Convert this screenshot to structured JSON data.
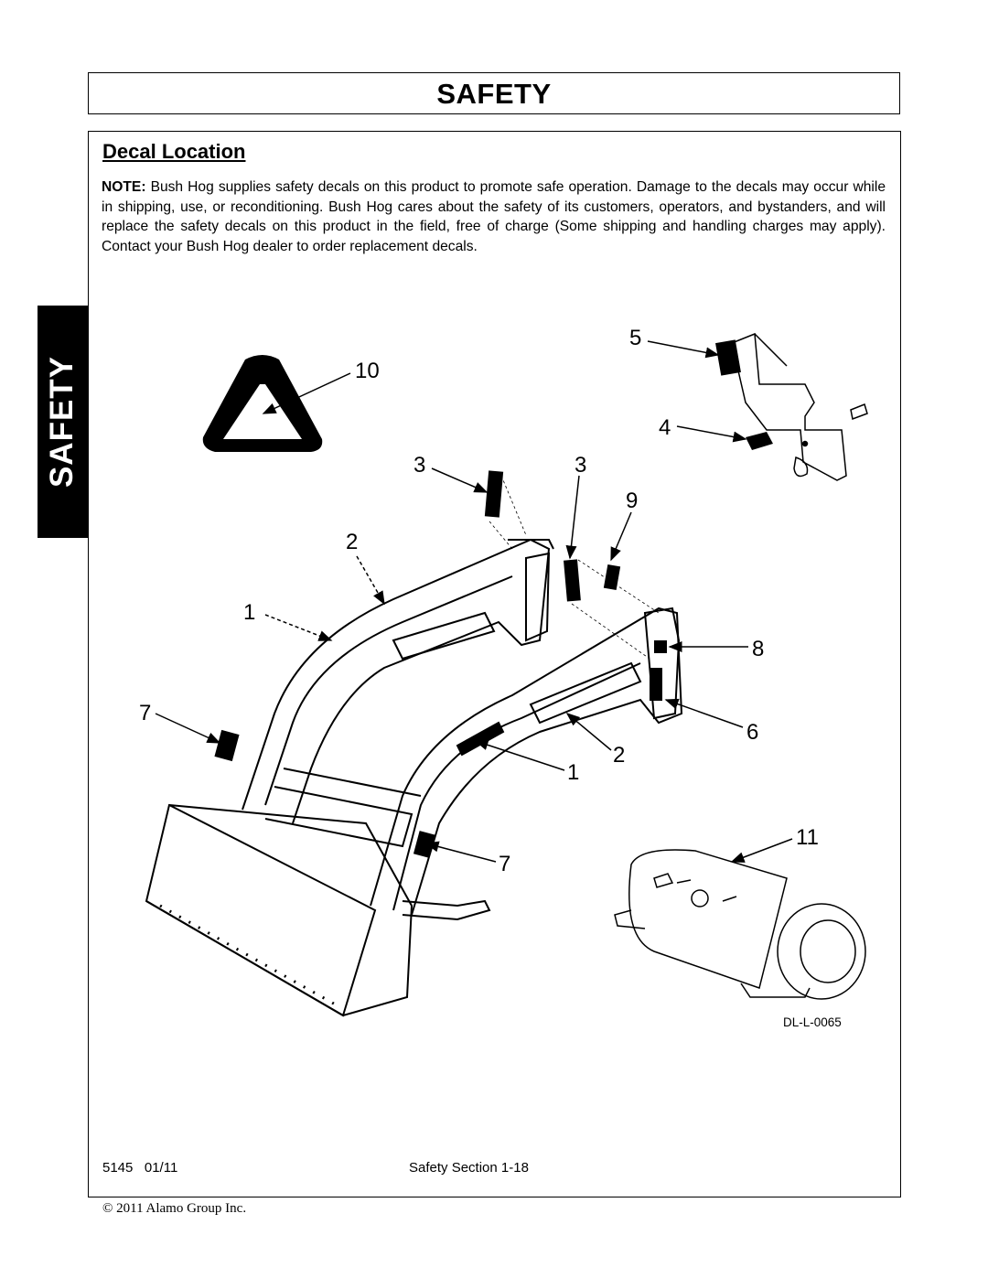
{
  "header": {
    "title": "SAFETY"
  },
  "side_tab": {
    "label": "SAFETY"
  },
  "section": {
    "heading": "Decal Location",
    "note_label": "NOTE:",
    "note_text": " Bush Hog supplies safety decals on this product to promote safe operation. Damage to the decals may occur while in shipping, use, or reconditioning. Bush Hog cares about the safety of its customers, operators, and bystanders, and will replace the safety decals on this product in the field, free of charge (Some shipping and handling charges may apply). Contact your Bush Hog dealer to order replacement decals."
  },
  "diagram": {
    "callouts": [
      "5",
      "10",
      "4",
      "3",
      "3",
      "9",
      "2",
      "1",
      "8",
      "7",
      "6",
      "2",
      "1",
      "11",
      "7"
    ],
    "figure_code": "DL-L-0065"
  },
  "footer": {
    "doc_number": "5145   01/11",
    "section_page": "Safety Section 1-18",
    "copyright": "© 2011 Alamo Group Inc."
  }
}
